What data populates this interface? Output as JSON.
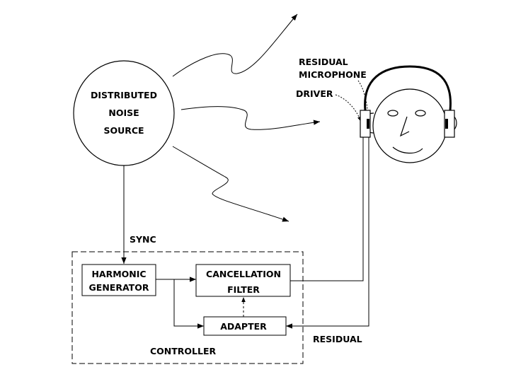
{
  "noise_source": {
    "line1": "DISTRIBUTED",
    "line2": "NOISE",
    "line3": "SOURCE"
  },
  "labels": {
    "sync": "SYNC",
    "residual_microphone_line1": "RESIDUAL",
    "residual_microphone_line2": "MICROPHONE",
    "driver": "DRIVER",
    "residual": "RESIDUAL",
    "controller": "CONTROLLER"
  },
  "blocks": {
    "harmonic_generator_line1": "HARMONIC",
    "harmonic_generator_line2": "GENERATOR",
    "cancellation_filter_line1": "CANCELLATION",
    "cancellation_filter_line2": "FILTER",
    "adapter": "ADAPTER"
  },
  "colors": {
    "ink": "#000000",
    "background": "#ffffff"
  }
}
